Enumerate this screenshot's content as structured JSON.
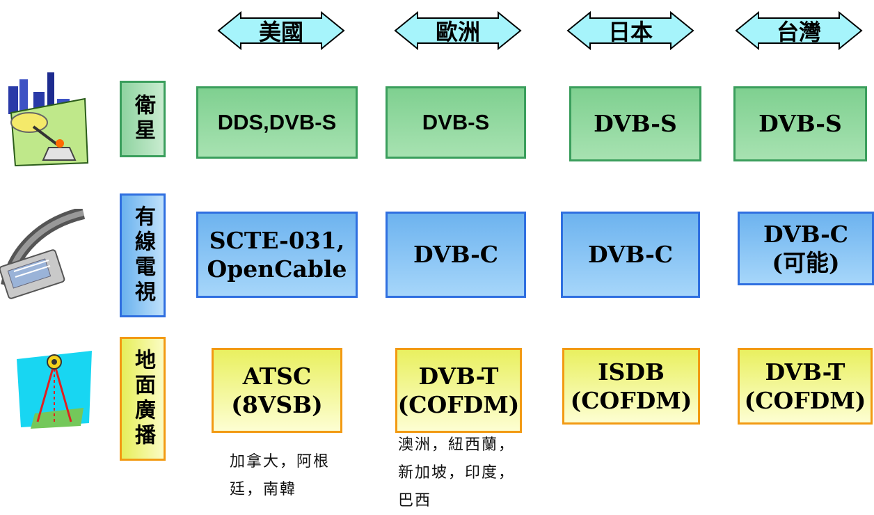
{
  "regions": [
    "美國",
    "歐洲",
    "日本",
    "台灣"
  ],
  "rows": [
    {
      "label": "衛星",
      "icon": "satellite-dish-icon",
      "cells": [
        "DDS,DVB-S",
        "DVB-S",
        "DVB-S",
        "DVB-S"
      ]
    },
    {
      "label": "有線電視",
      "icon": "cable-connector-icon",
      "cells": [
        "SCTE-031,\nOpenCable",
        "DVB-C",
        "DVB-C",
        "DVB-C\n(可能)"
      ]
    },
    {
      "label": "地面廣播",
      "icon": "broadcast-tower-icon",
      "cells": [
        "ATSC\n(8VSB)",
        "DVB-T\n(COFDM)",
        "ISDB\n(COFDM)",
        "DVB-T\n(COFDM)"
      ]
    }
  ],
  "notes": {
    "usa": "加拿大，阿根\n廷，南韓",
    "europe": "澳洲，紐西蘭，\n新加坡，印度，\n巴西"
  },
  "colors": {
    "satellite": "#3a9e5c",
    "cable": "#2f6fe0",
    "terrestrial": "#f29a13",
    "region_label": "#a6f4fb"
  }
}
